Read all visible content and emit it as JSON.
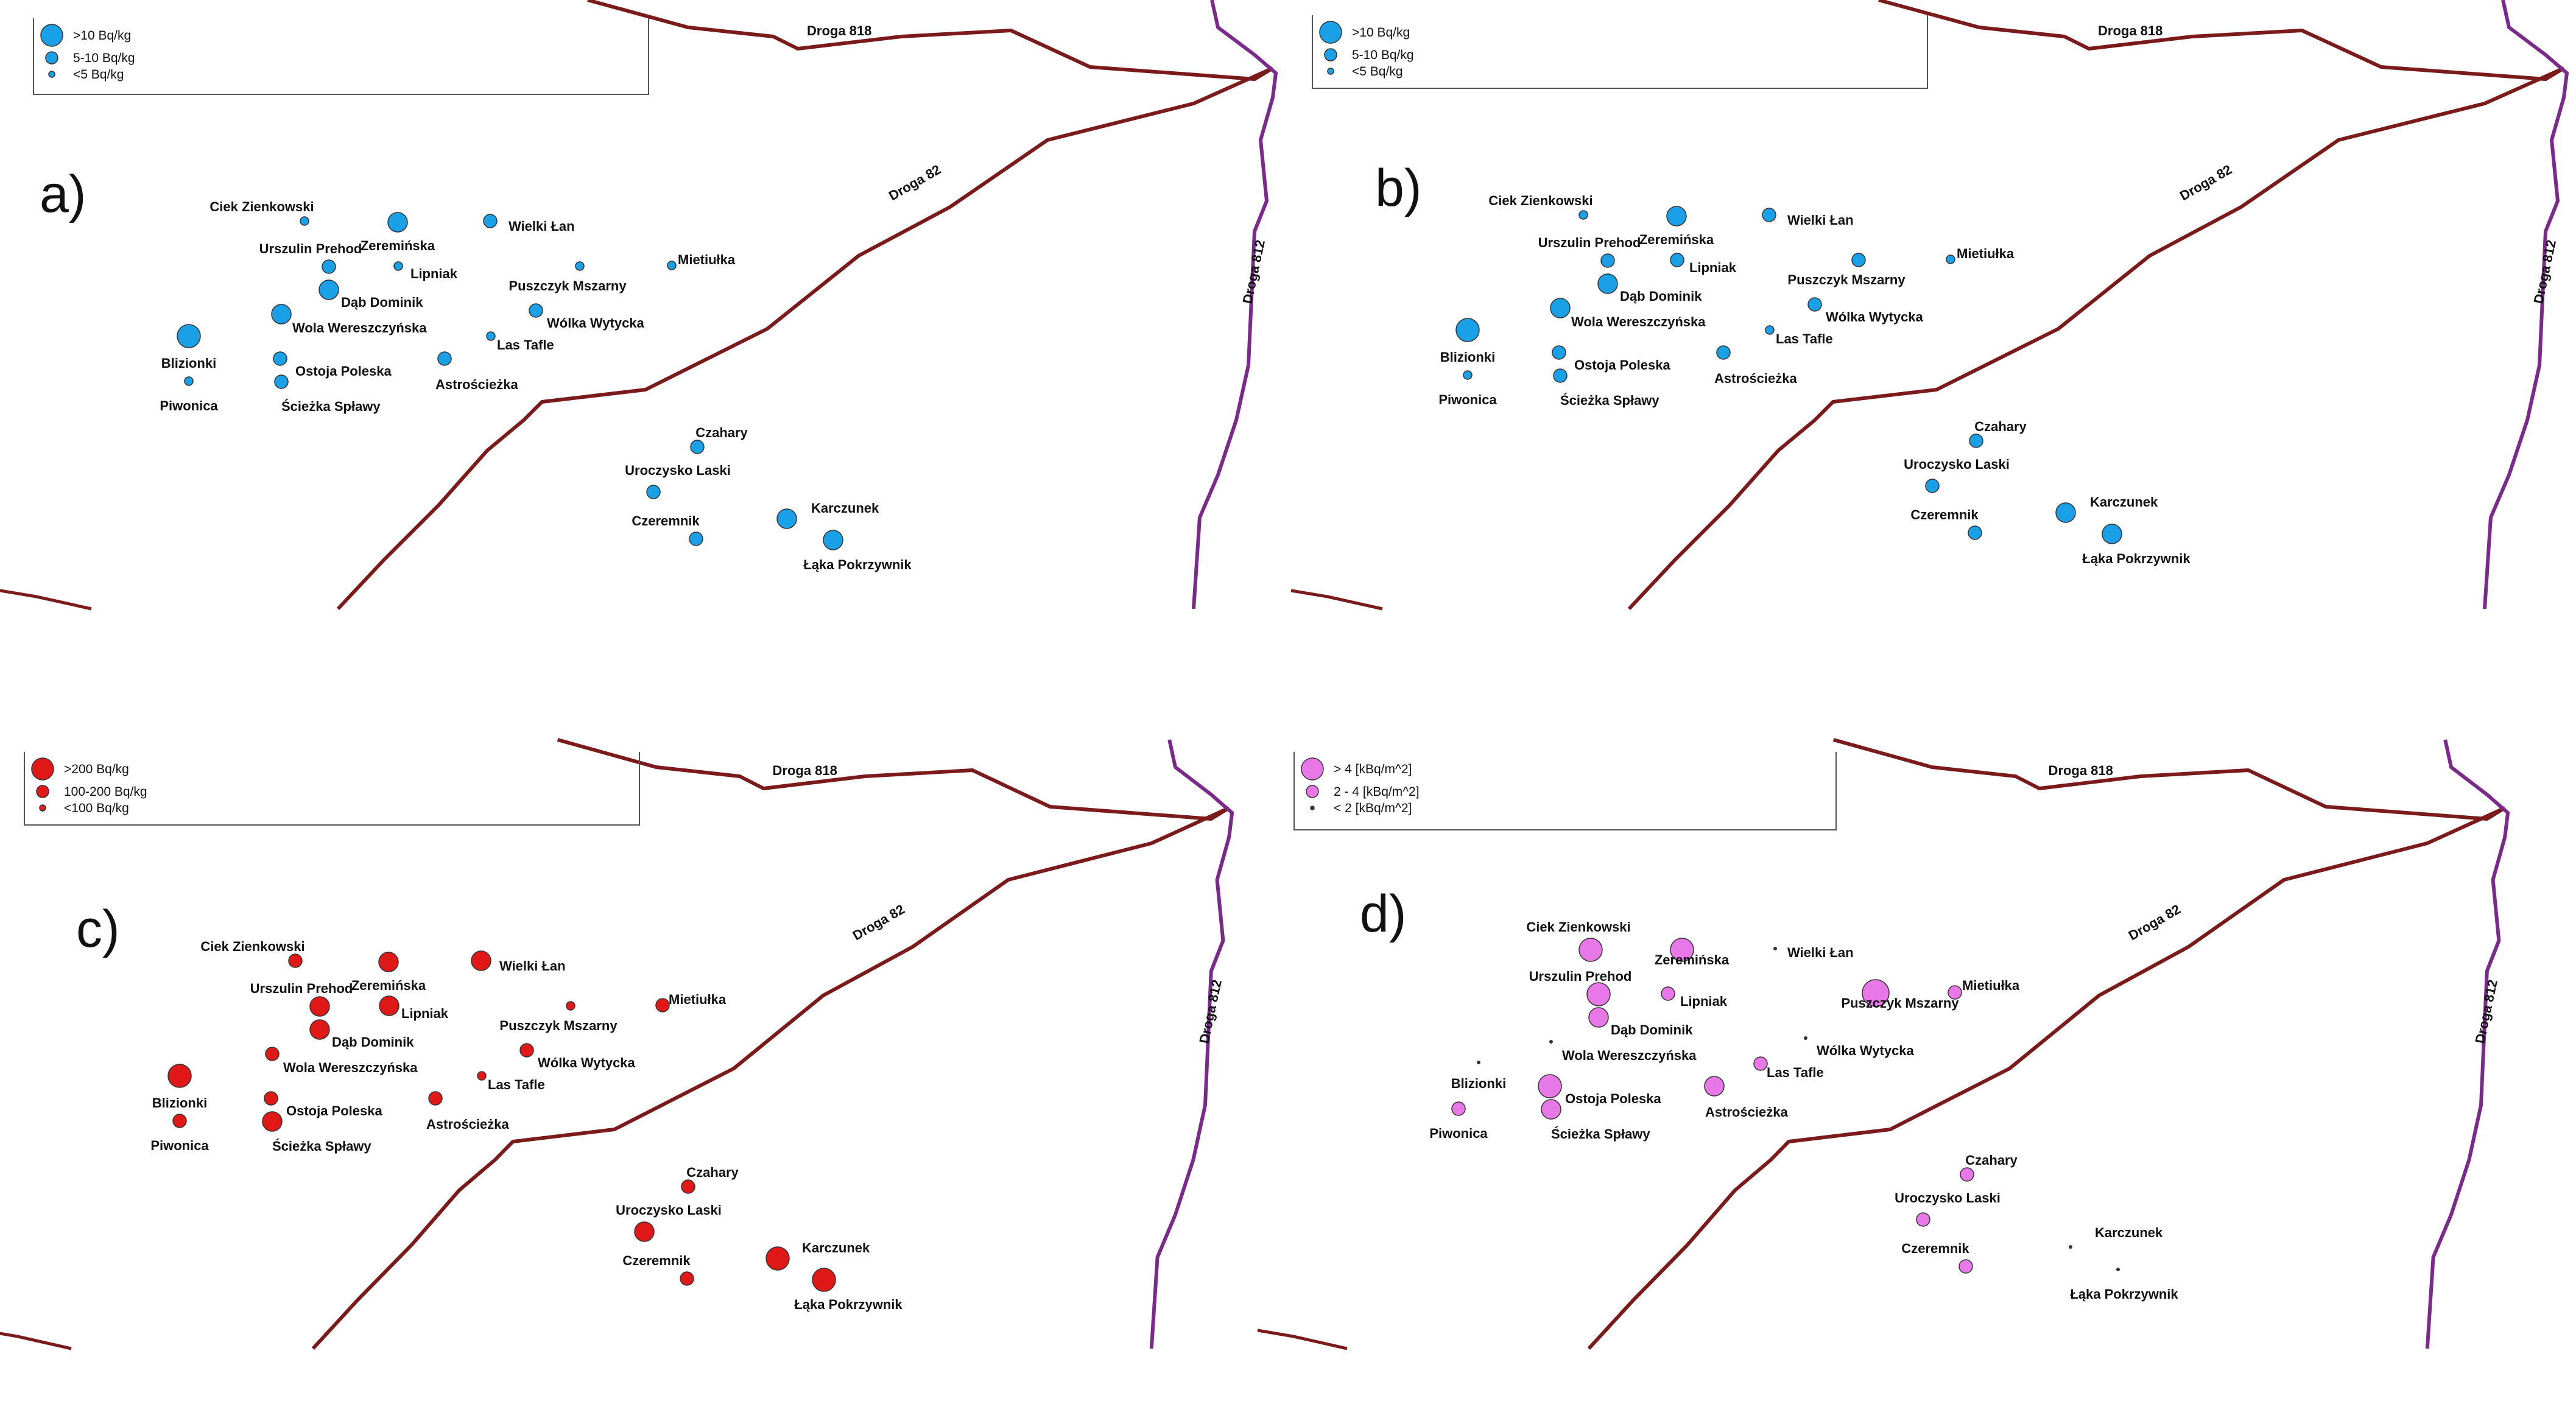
{
  "colors": {
    "road_main": "#7b1a1a",
    "road_812": "#7a2a8a",
    "panel_a": "#1aa0e6",
    "panel_b": "#1aa0e6",
    "panel_c": "#e01818",
    "panel_d": "#e878e8",
    "label": "#111111"
  },
  "roads": {
    "droga_818": "Droga 818",
    "droga_82": "Droga 82",
    "droga_812": "Droga 812"
  },
  "panels": [
    {
      "id": "a",
      "letter": "a)",
      "legend": [
        {
          "label": ">10 Bq/kg",
          "size": "large"
        },
        {
          "label": "5-10 Bq/kg",
          "size": "medium"
        },
        {
          "label": "<5 Bq/kg",
          "size": "small"
        }
      ],
      "sites": [
        {
          "name": "Ciek Zienkowski",
          "size": "small"
        },
        {
          "name": "Zeremińska",
          "size": "large"
        },
        {
          "name": "Wielki Łan",
          "size": "medium"
        },
        {
          "name": "Urszulin Prehod",
          "size": "medium"
        },
        {
          "name": "Lipniak",
          "size": "small"
        },
        {
          "name": "Dąb Dominik",
          "size": "large"
        },
        {
          "name": "Puszczyk Mszarny",
          "size": "small"
        },
        {
          "name": "Mietiułka",
          "size": "small"
        },
        {
          "name": "Wola Wereszczyńska",
          "size": "large"
        },
        {
          "name": "Wólka Wytycka",
          "size": "medium"
        },
        {
          "name": "Blizionki",
          "size": "xlarge"
        },
        {
          "name": "Las Tafle",
          "size": "small"
        },
        {
          "name": "Ostoja Poleska",
          "size": "medium"
        },
        {
          "name": "Astrościeżka",
          "size": "medium"
        },
        {
          "name": "Piwonica",
          "size": "small"
        },
        {
          "name": "Ścieżka Spławy",
          "size": "medium"
        },
        {
          "name": "Czahary",
          "size": "medium"
        },
        {
          "name": "Uroczysko Laski",
          "size": "medium"
        },
        {
          "name": "Karczunek",
          "size": "large"
        },
        {
          "name": "Czeremnik",
          "size": "medium"
        },
        {
          "name": "Łąka Pokrzywnik",
          "size": "large"
        }
      ]
    },
    {
      "id": "b",
      "letter": "b)",
      "legend": [
        {
          "label": ">10 Bq/kg",
          "size": "large"
        },
        {
          "label": "5-10 Bq/kg",
          "size": "medium"
        },
        {
          "label": "<5 Bq/kg",
          "size": "small"
        }
      ],
      "sites": [
        {
          "name": "Ciek Zienkowski",
          "size": "small"
        },
        {
          "name": "Zeremińska",
          "size": "large"
        },
        {
          "name": "Wielki Łan",
          "size": "medium"
        },
        {
          "name": "Urszulin Prehod",
          "size": "medium"
        },
        {
          "name": "Lipniak",
          "size": "medium"
        },
        {
          "name": "Dąb Dominik",
          "size": "large"
        },
        {
          "name": "Puszczyk Mszarny",
          "size": "medium"
        },
        {
          "name": "Mietiułka",
          "size": "small"
        },
        {
          "name": "Wola Wereszczyńska",
          "size": "large"
        },
        {
          "name": "Wólka Wytycka",
          "size": "medium"
        },
        {
          "name": "Blizionki",
          "size": "xlarge"
        },
        {
          "name": "Las Tafle",
          "size": "small"
        },
        {
          "name": "Ostoja Poleska",
          "size": "medium"
        },
        {
          "name": "Astrościeżka",
          "size": "medium"
        },
        {
          "name": "Piwonica",
          "size": "small"
        },
        {
          "name": "Ścieżka Spławy",
          "size": "medium"
        },
        {
          "name": "Czahary",
          "size": "medium"
        },
        {
          "name": "Uroczysko Laski",
          "size": "medium"
        },
        {
          "name": "Karczunek",
          "size": "large"
        },
        {
          "name": "Czeremnik",
          "size": "medium"
        },
        {
          "name": "Łąka Pokrzywnik",
          "size": "large"
        }
      ]
    },
    {
      "id": "c",
      "letter": "c)",
      "legend": [
        {
          "label": ">200 Bq/kg",
          "size": "large"
        },
        {
          "label": "100-200 Bq/kg",
          "size": "medium"
        },
        {
          "label": "<100 Bq/kg",
          "size": "small"
        }
      ],
      "sites": [
        {
          "name": "Ciek Zienkowski",
          "size": "medium"
        },
        {
          "name": "Zeremińska",
          "size": "large"
        },
        {
          "name": "Wielki Łan",
          "size": "large"
        },
        {
          "name": "Urszulin Prehod",
          "size": "large"
        },
        {
          "name": "Lipniak",
          "size": "large"
        },
        {
          "name": "Dąb Dominik",
          "size": "large"
        },
        {
          "name": "Puszczyk Mszarny",
          "size": "small"
        },
        {
          "name": "Mietiułka",
          "size": "medium"
        },
        {
          "name": "Wola Wereszczyńska",
          "size": "medium"
        },
        {
          "name": "Wólka Wytycka",
          "size": "medium"
        },
        {
          "name": "Blizionki",
          "size": "xlarge"
        },
        {
          "name": "Las Tafle",
          "size": "small"
        },
        {
          "name": "Ostoja Poleska",
          "size": "medium"
        },
        {
          "name": "Astrościeżka",
          "size": "medium"
        },
        {
          "name": "Piwonica",
          "size": "medium"
        },
        {
          "name": "Ścieżka Spławy",
          "size": "large"
        },
        {
          "name": "Czahary",
          "size": "medium"
        },
        {
          "name": "Uroczysko Laski",
          "size": "large"
        },
        {
          "name": "Karczunek",
          "size": "xlarge"
        },
        {
          "name": "Czeremnik",
          "size": "medium"
        },
        {
          "name": "Łąka Pokrzywnik",
          "size": "xlarge"
        }
      ]
    },
    {
      "id": "d",
      "letter": "d)",
      "legend": [
        {
          "label": "> 4 [kBq/m^2]",
          "size": "large"
        },
        {
          "label": "2 - 4 [kBq/m^2]",
          "size": "medium"
        },
        {
          "label": "< 2 [kBq/m^2]",
          "size": "small"
        }
      ],
      "sites": [
        {
          "name": "Ciek Zienkowski",
          "size": "xlarge"
        },
        {
          "name": "Zeremińska",
          "size": "xlarge"
        },
        {
          "name": "Wielki Łan",
          "size": "dot"
        },
        {
          "name": "Urszulin Prehod",
          "size": "xlarge"
        },
        {
          "name": "Lipniak",
          "size": "medium"
        },
        {
          "name": "Puszczyk Mszarny",
          "size": "huge"
        },
        {
          "name": "Mietiułka",
          "size": "medium"
        },
        {
          "name": "Dąb Dominik",
          "size": "large"
        },
        {
          "name": "Wola Wereszczyńska",
          "size": "dot"
        },
        {
          "name": "Wólka Wytycka",
          "size": "dot"
        },
        {
          "name": "Las Tafle",
          "size": "medium"
        },
        {
          "name": "Blizionki",
          "size": "dot"
        },
        {
          "name": "Ostoja Poleska",
          "size": "xlarge"
        },
        {
          "name": "Astrościeżka",
          "size": "large"
        },
        {
          "name": "Piwonica",
          "size": "medium"
        },
        {
          "name": "Ścieżka Spławy",
          "size": "large"
        },
        {
          "name": "Czahary",
          "size": "medium"
        },
        {
          "name": "Uroczysko Laski",
          "size": "medium"
        },
        {
          "name": "Karczunek",
          "size": "dot"
        },
        {
          "name": "Czeremnik",
          "size": "medium"
        },
        {
          "name": "Łąka Pokrzywnik",
          "size": "dot"
        }
      ]
    }
  ]
}
